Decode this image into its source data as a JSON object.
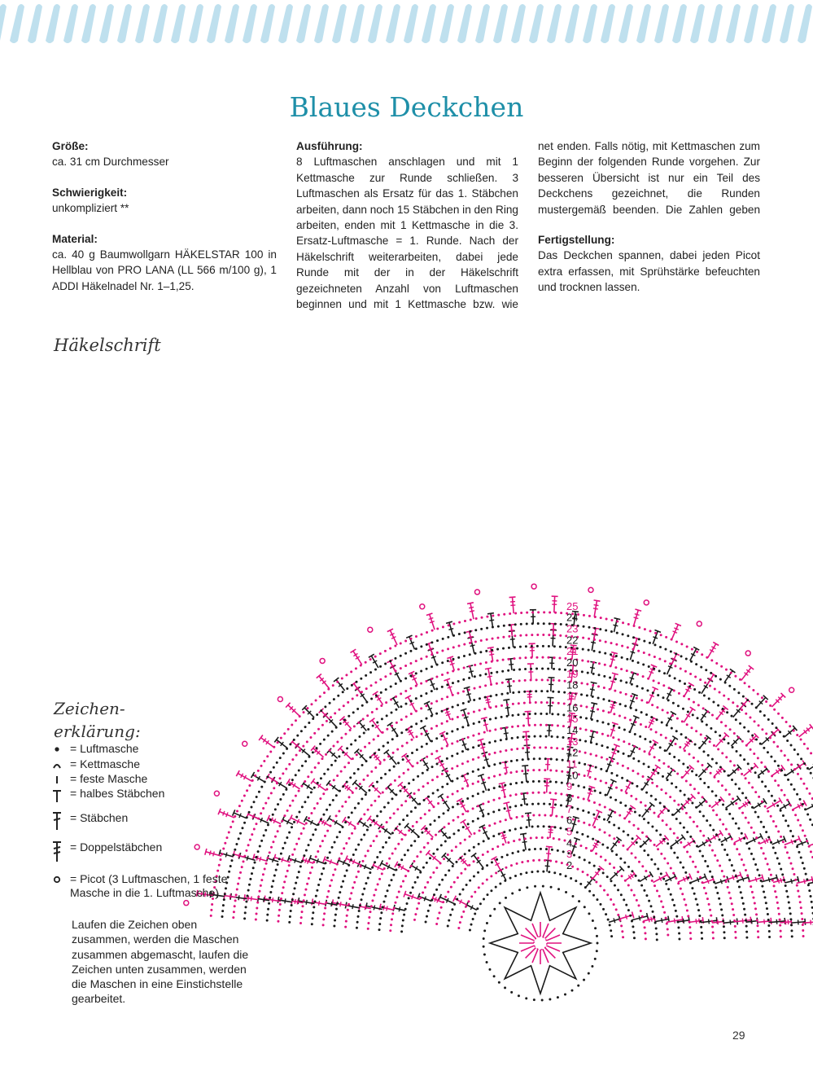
{
  "title": "Blaues Deckchen",
  "sections": {
    "size": {
      "heading": "Größe:",
      "text": "ca. 31 cm Durchmesser"
    },
    "difficulty": {
      "heading": "Schwierigkeit:",
      "text": "unkompliziert **"
    },
    "material": {
      "heading": "Material:",
      "text": "ca. 40 g Baumwollgarn HÄKELSTAR 100 in Hellblau von PRO LANA (LL 566 m/100 g), 1 ADDI Häkelnadel Nr. 1–1,25."
    },
    "execution": {
      "heading": "Ausführung:",
      "text": "8 Luftmaschen anschlagen und mit 1 Kettmasche zur Runde schließen. 3 Luftmaschen als Ersatz für das 1. Stäbchen arbeiten, dann noch 15 Stäbchen in den Ring arbeiten, enden mit 1 Kettmasche in die 3. Ersatz-Luftmasche = 1. Runde. Nach der Häkelschrift weiterarbeiten, dabei jede Runde mit der in der Häkelschrift gezeichneten Anzahl von Luftmaschen beginnen und mit 1 Kettmasche bzw. wie gezeichnet enden. Falls nötig, mit Kettmaschen zum Beginn der folgenden Runde vorgehen. Zur besseren Übersicht ist nur ein Teil des Deckchens gezeichnet, die Runden mustergemäß beenden. Die Zahlen geben die Runden an."
    },
    "finishing": {
      "heading": "Fertigstellung:",
      "text": "Das Deckchen spannen, dabei jeden Picot extra erfassen, mit Sprühstärke befeuchten und trocknen lassen."
    }
  },
  "chart": {
    "label": "Häkelschrift",
    "rounds": [
      "2",
      "3",
      "4",
      "5",
      "6",
      "7",
      "8",
      "9",
      "10",
      "11",
      "12",
      "13",
      "14",
      "15",
      "16",
      "17",
      "18",
      "19",
      "20",
      "21",
      "22",
      "23",
      "24",
      "25"
    ],
    "colors": {
      "black_rounds": "#1a1a1a",
      "pink_rounds": "#e0117f",
      "banner": "#bfe0ee"
    }
  },
  "legend": {
    "title_line1": "Zeichen-",
    "title_line2": "erklärung:",
    "items": [
      {
        "icon": "dot-icon",
        "text": "= Luftmasche"
      },
      {
        "icon": "arc-icon",
        "text": "= Kettmasche"
      },
      {
        "icon": "short-bar-icon",
        "text": "= feste Masche"
      },
      {
        "icon": "t-icon",
        "text": "= halbes Stäbchen"
      },
      {
        "icon": "cross-icon",
        "text": "= Stäbchen"
      },
      {
        "icon": "double-cross-icon",
        "text": "= Doppelstäbchen"
      },
      {
        "icon": "ring-icon",
        "text": "= Picot (3 Luftmaschen, 1 feste Masche in die 1. Luftmasche)"
      }
    ],
    "note": "Laufen die Zeichen oben zusammen, werden die Maschen zusammen abgemascht, laufen die Zeichen unten zusammen, werden die Maschen in eine Einstichstelle gearbeitet."
  },
  "page_number": "29"
}
